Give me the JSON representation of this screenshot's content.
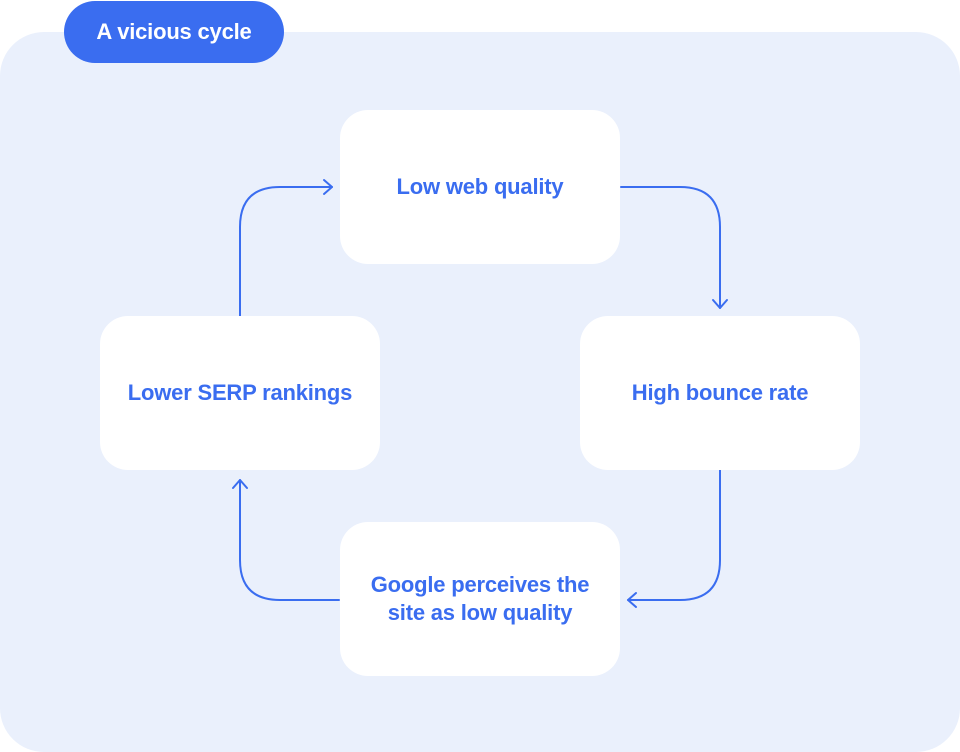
{
  "title": "A vicious cycle",
  "nodes": {
    "top": "Low web quality",
    "right": "High bounce rate",
    "bottom": "Google perceives the site as low quality",
    "left": "Lower SERP rankings"
  },
  "colors": {
    "accent": "#3a6df0",
    "panel": "#eaf0fc",
    "node": "#ffffff"
  }
}
